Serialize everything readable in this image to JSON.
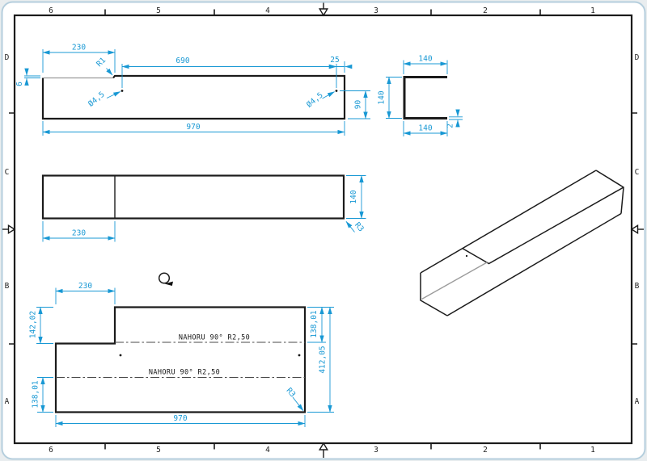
{
  "frame": {
    "columns": [
      "6",
      "5",
      "4",
      "3",
      "2",
      "1"
    ],
    "rows": [
      "D",
      "C",
      "B",
      "A"
    ]
  },
  "front_view": {
    "width_step": "230",
    "length_to_hole": "690",
    "hole_edge_offset": "25",
    "total_length": "970",
    "step_height": "6",
    "hole_height": "90",
    "fillet_radius": "R1",
    "hole_dia_left": "Ø4,5",
    "hole_dia_right": "Ø4,5"
  },
  "end_view": {
    "flange_top": "140",
    "web_height": "140",
    "flange_bottom": "140",
    "thickness": "2"
  },
  "plan_view": {
    "width_step": "230",
    "width": "140",
    "corner_radius": "R3"
  },
  "flat_pattern": {
    "step_width": "230",
    "step_height": "142,02",
    "flange_left": "138,01",
    "flange_right": "138,01",
    "total_width": "412,05",
    "total_length": "970",
    "corner_radius": "R3",
    "bend_note_upper": "NAHORU 90° R2,50",
    "bend_note_lower": "NAHORU 90° R2,50"
  },
  "colors": {
    "dimension_blue": "#1898d4",
    "outline_black": "#1b1b1b",
    "aux_gray": "#9b9b9b",
    "page_border": "#b5cedd"
  }
}
